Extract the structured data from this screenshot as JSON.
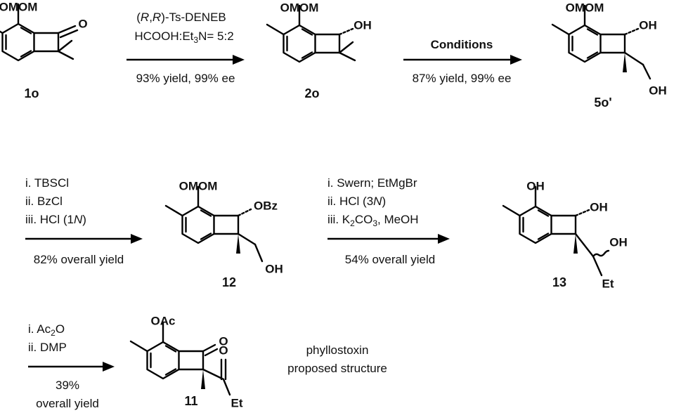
{
  "atoms": {
    "omom": "OMOM",
    "oh": "OH",
    "obz": "OBz",
    "oac": "OAc",
    "o": "O",
    "et": "Et"
  },
  "compounds": {
    "c1o": "1o",
    "c2o": "2o",
    "c5o": "5o'",
    "c12": "12",
    "c13": "13",
    "c11": "11"
  },
  "steps": {
    "step1": {
      "line1": {
        "p1": "(",
        "r1": "R",
        "p2": ",",
        "r2": "R",
        "p3": ")-Ts-DENEB"
      },
      "line2": {
        "a": "HCOOH:Et",
        "sub": "3",
        "b": "N= 5:2"
      },
      "below": "93% yield, 99% ee"
    },
    "step2": {
      "above": "Conditions",
      "below": "87% yield, 99% ee"
    },
    "step3": {
      "lines": [
        "i. TBSCl",
        "ii. BzCl"
      ],
      "line3": {
        "a": "iii. HCl (1",
        "n": "N",
        "b": ")"
      },
      "below": "82% overall yield"
    },
    "step4": {
      "line1": "i. Swern; EtMgBr",
      "line2": {
        "a": "ii. HCl (3",
        "n": "N",
        "b": ")"
      },
      "line3": {
        "a": "iii. K",
        "sub": "2",
        "b": "CO",
        "sub2": "3",
        "c": ", MeOH"
      },
      "below": "54% overall yield"
    },
    "step5": {
      "line1": {
        "a": "i. Ac",
        "sub": "2",
        "b": "O"
      },
      "line2": "ii. DMP",
      "below1": "39%",
      "below2": "overall yield"
    }
  },
  "note": {
    "line1": "phyllostoxin",
    "line2": "proposed structure"
  }
}
